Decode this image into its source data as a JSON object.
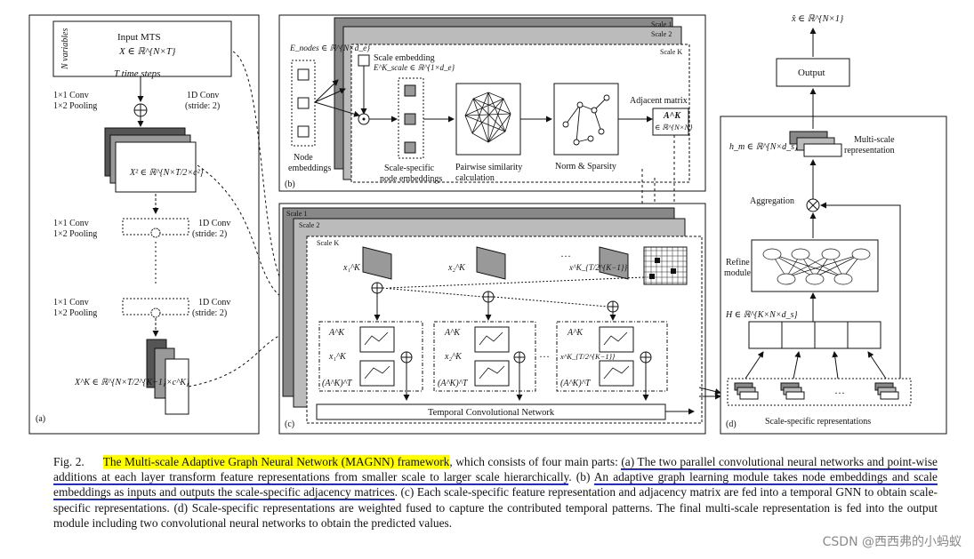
{
  "panel_a": {
    "n_variables": "N variables",
    "input_title": "Input MTS",
    "input_formula": "X ∈ ℝ^{N×T}",
    "time_steps": "T time steps",
    "conv_block1_left": [
      "1×1 Conv",
      "1×2 Pooling"
    ],
    "conv_block1_right": [
      "1D Conv",
      "(stride: 2)"
    ],
    "x2_formula": "X² ∈ ℝ^{N×T/2×c²}",
    "conv_block2_left": [
      "1×1 Conv",
      "1×2 Pooling"
    ],
    "conv_block2_right": [
      "1D Conv",
      "(stride: 2)"
    ],
    "conv_block3_left": [
      "1×1 Conv",
      "1×2 Pooling"
    ],
    "conv_block3_right": [
      "1D Conv",
      "(stride: 2)"
    ],
    "xk_formula": "X^K ∈ ℝ^{N×T/2^{K−1}×c^K}",
    "label": "(a)"
  },
  "panel_b": {
    "scale1": "Scale 1",
    "scale2": "Scale 2",
    "scalek": "Scale K",
    "e_nodes": "E_nodes ∈ ℝ^{N×d_e}",
    "node_embeddings": [
      "Node",
      "embeddings"
    ],
    "scale_embedding": "Scale embedding",
    "scale_embedding_formula": "E^K_scale ∈ ℝ^{1×d_e}",
    "scale_specific": [
      "Scale-specific",
      "node embeddings"
    ],
    "pairwise": [
      "Pairwise similarity",
      "calculation"
    ],
    "norm": "Norm & Sparsity",
    "adjacent": "Adjacent matrix",
    "a_k": "A^K",
    "a_k_dim": "∈ ℝ^{N×N}",
    "label": "(b)"
  },
  "panel_c": {
    "scale1": "Scale 1",
    "scale2": "Scale 2",
    "scalek": "Scale K",
    "x1": "x₁^K",
    "x2": "x₂^K",
    "xt": "x^K_{T/2^{K−1}}",
    "ellipsis": "···",
    "ak": "A^K",
    "akt": "(A^K)^T",
    "tcn": "Temporal Convolutional Network",
    "label": "(c)"
  },
  "panel_d": {
    "output_formula": "x̂ ∈ ℝ^{N×1}",
    "output": "Output",
    "hm": "h_m ∈ ℝ^{N×d_s}",
    "multiscale": [
      "Multi-scale",
      "representation"
    ],
    "aggregation": "Aggregation",
    "refine": [
      "Refine",
      "module"
    ],
    "h_formula": "H ∈ ℝ^{K×N×d_s}",
    "scale_specific_reps": "Scale-specific representations",
    "label": "(d)"
  },
  "caption": {
    "fig_label": "Fig. 2.",
    "highlighted": "The Multi-scale Adaptive Graph Neural Network (MAGNN) framework",
    "after_highlight": ", which consists of four main parts: ",
    "part_a": "(a) The two parallel convolutional neural networks and point-wise additions at each layer transform feature representations from smaller scale to larger scale hierarchically",
    "sep1": ". (b) ",
    "part_b": "An adaptive graph learning module takes node embeddings and scale embeddings as inputs and outputs the scale-specific adjacency matrices",
    "rest": ". (c) Each scale-specific feature representation and adjacency matrix are fed into a temporal GNN to obtain scale-specific representations. (d) Scale-specific representations are weighted fused to capture the contributed temporal patterns. The final multi-scale representation is fed into the output module including two convolutional neural networks to obtain the predicted values."
  },
  "watermark": "CSDN @西西弗的小蚂蚁"
}
